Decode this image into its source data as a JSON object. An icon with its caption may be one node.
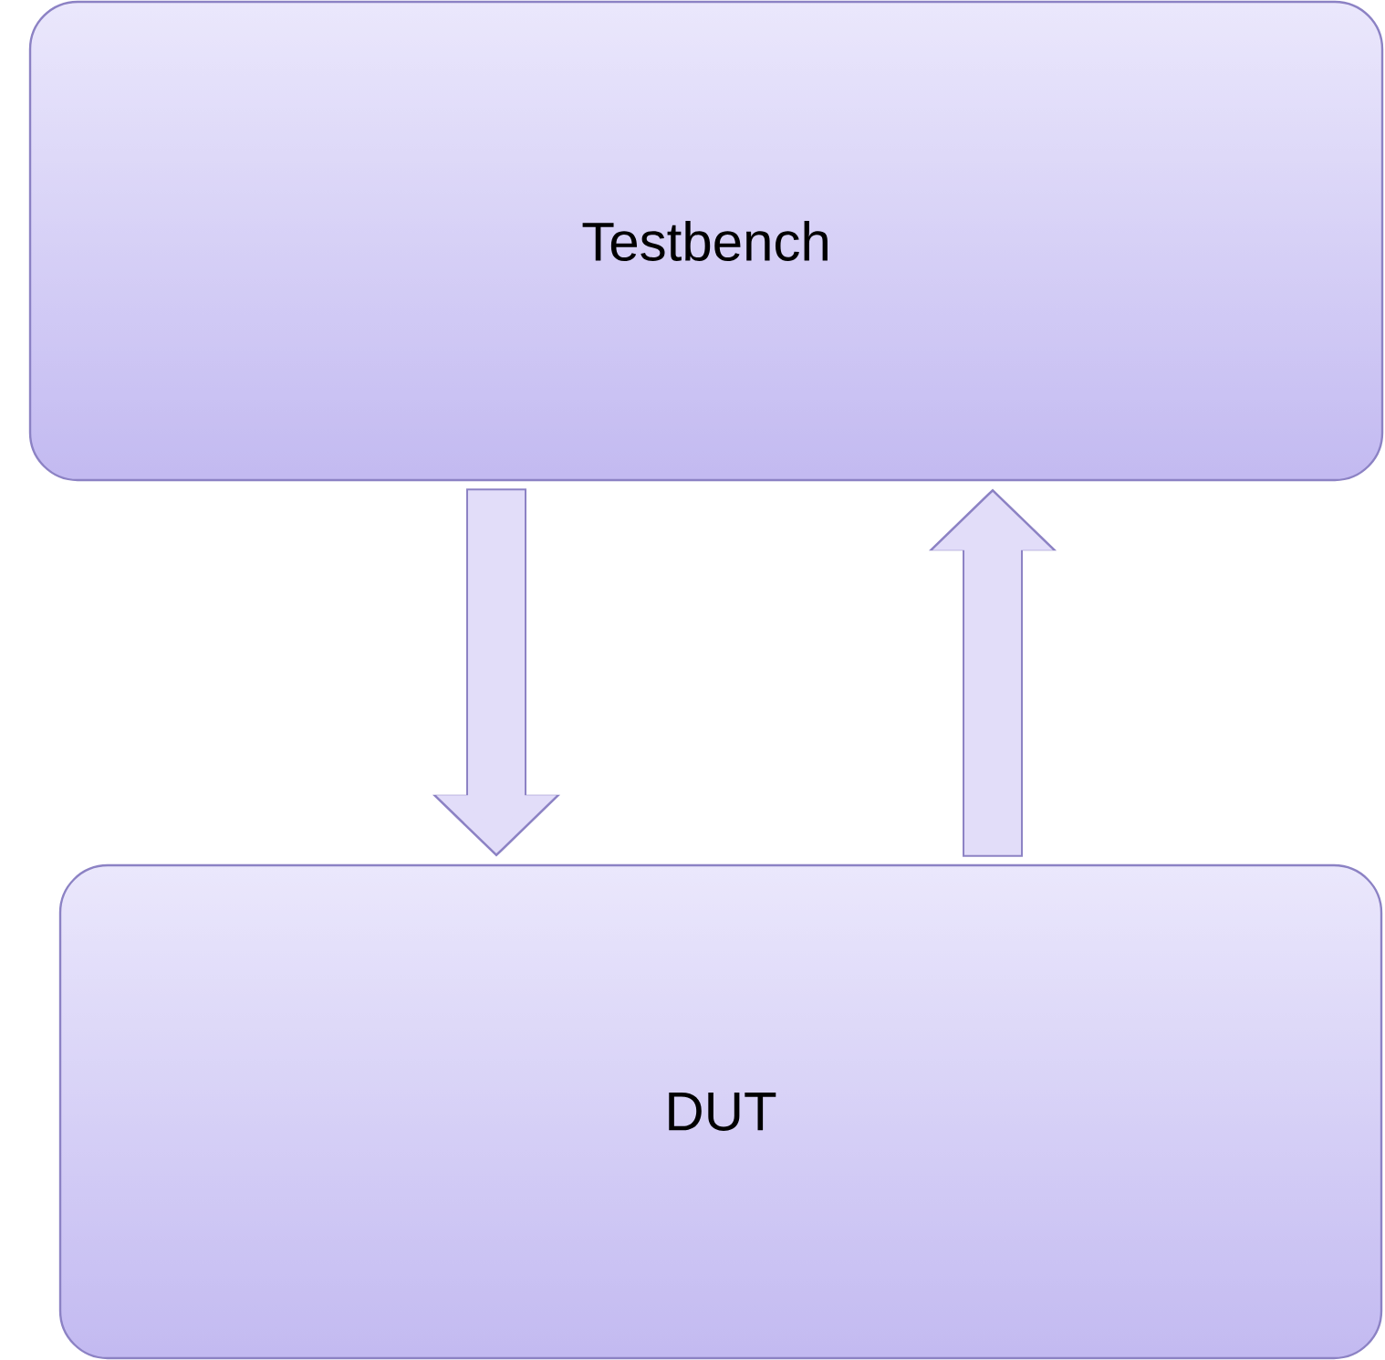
{
  "diagram": {
    "nodes": [
      {
        "text": [
          "Testbench"
        ]
      },
      {
        "text": [
          "DUT"
        ]
      }
    ],
    "edges": [
      {
        "from": 0,
        "to": 1,
        "arrow": "to"
      },
      {
        "from": 1,
        "to": 0,
        "arrow": "to"
      }
    ]
  }
}
